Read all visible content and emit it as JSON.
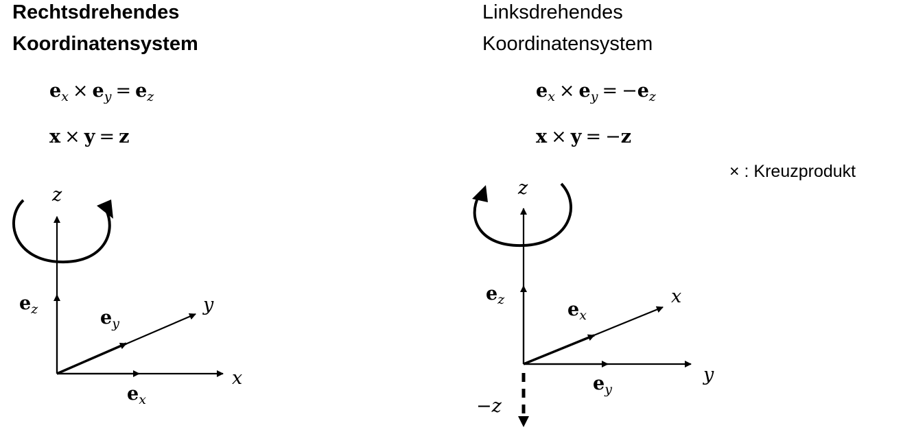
{
  "left": {
    "title_line1": "Rechtsdrehendes",
    "title_line2": "Koordinatensystem",
    "eq1": {
      "lhs_a": "e",
      "lhs_a_sub": "x",
      "op": "×",
      "lhs_b": "e",
      "lhs_b_sub": "y",
      "eq": "=",
      "rhs_sign": "",
      "rhs": "e",
      "rhs_sub": "z"
    },
    "eq2": {
      "a": "x",
      "op": "×",
      "b": "y",
      "eq": "=",
      "rhs_sign": "",
      "c": "z"
    },
    "axis_labels": {
      "z": "z",
      "y": "y",
      "x": "x"
    },
    "vector_labels": {
      "ez": {
        "base": "e",
        "sub": "z"
      },
      "ey": {
        "base": "e",
        "sub": "y"
      },
      "ex": {
        "base": "e",
        "sub": "x"
      }
    }
  },
  "right": {
    "title_line1": "Linksdrehendes",
    "title_line2": "Koordinatensystem",
    "eq1": {
      "lhs_a": "e",
      "lhs_a_sub": "x",
      "op": "×",
      "lhs_b": "e",
      "lhs_b_sub": "y",
      "eq": "=",
      "rhs_sign": "−",
      "rhs": "e",
      "rhs_sub": "z"
    },
    "eq2": {
      "a": "x",
      "op": "×",
      "b": "y",
      "eq": "=",
      "rhs_sign": "−",
      "c": "z"
    },
    "axis_labels": {
      "z": "z",
      "x": "x",
      "y": "y",
      "neg_z": "−z"
    },
    "vector_labels": {
      "ez": {
        "base": "e",
        "sub": "z"
      },
      "ex": {
        "base": "e",
        "sub": "x"
      },
      "ey": {
        "base": "e",
        "sub": "y"
      }
    }
  },
  "note": "× : Kreuzprodukt"
}
